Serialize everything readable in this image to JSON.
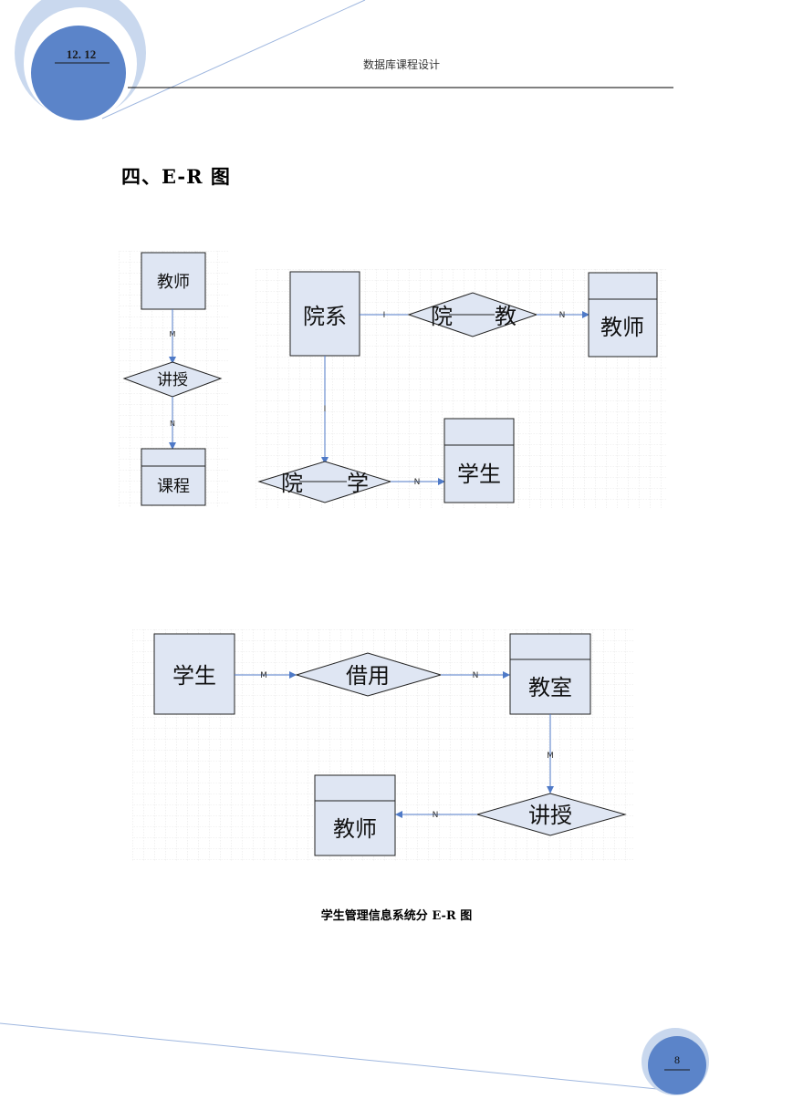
{
  "header": {
    "date": "12. 12",
    "title": "数据库课程设计"
  },
  "section_heading": "四、E-R 图",
  "diagrams": {
    "teacher_course": {
      "entity_teacher": "教师",
      "relation_teach": "讲授",
      "entity_course": "课程",
      "card_top": "M",
      "card_bottom": "N"
    },
    "department": {
      "entity_department": "院系",
      "relation_dept_teacher_left": "院",
      "relation_dept_teacher_right": "教",
      "entity_teacher": "教师",
      "relation_dept_student_left": "院",
      "relation_dept_student_right": "学",
      "entity_student": "学生",
      "card_dept_rel1": "I",
      "card_rel1_teacher": "N",
      "card_dept_rel2": "I",
      "card_rel2_student": "N"
    },
    "classroom": {
      "entity_student": "学生",
      "relation_borrow": "借用",
      "entity_classroom": "教室",
      "relation_teach": "讲授",
      "entity_teacher": "教师",
      "card_student_borrow": "M",
      "card_borrow_classroom": "N",
      "card_classroom_teach": "M",
      "card_teach_teacher": "N"
    }
  },
  "caption": "学生管理信息系统分 E-R 图",
  "page_number": "8",
  "colors": {
    "accent_blue": "#4f7ac7",
    "light_blue": "#b8cbe8",
    "entity_fill": "#dfe6f3",
    "grid": "#c8c8c8",
    "marker": "#5a6fd0"
  }
}
